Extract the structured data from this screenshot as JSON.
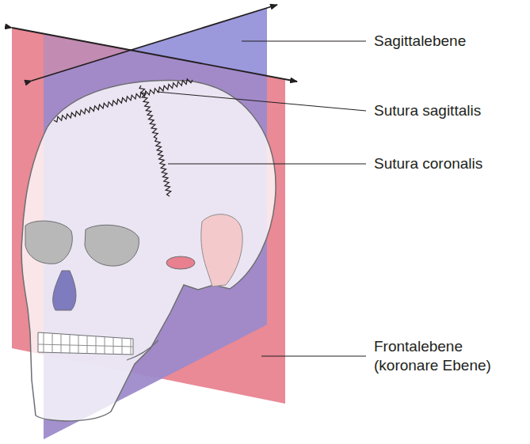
{
  "diagram": {
    "labels": [
      "Sagittalebene",
      "Sutura sagittalis",
      "Sutura coronalis",
      "Frontalebene (koronare Ebene)"
    ]
  }
}
